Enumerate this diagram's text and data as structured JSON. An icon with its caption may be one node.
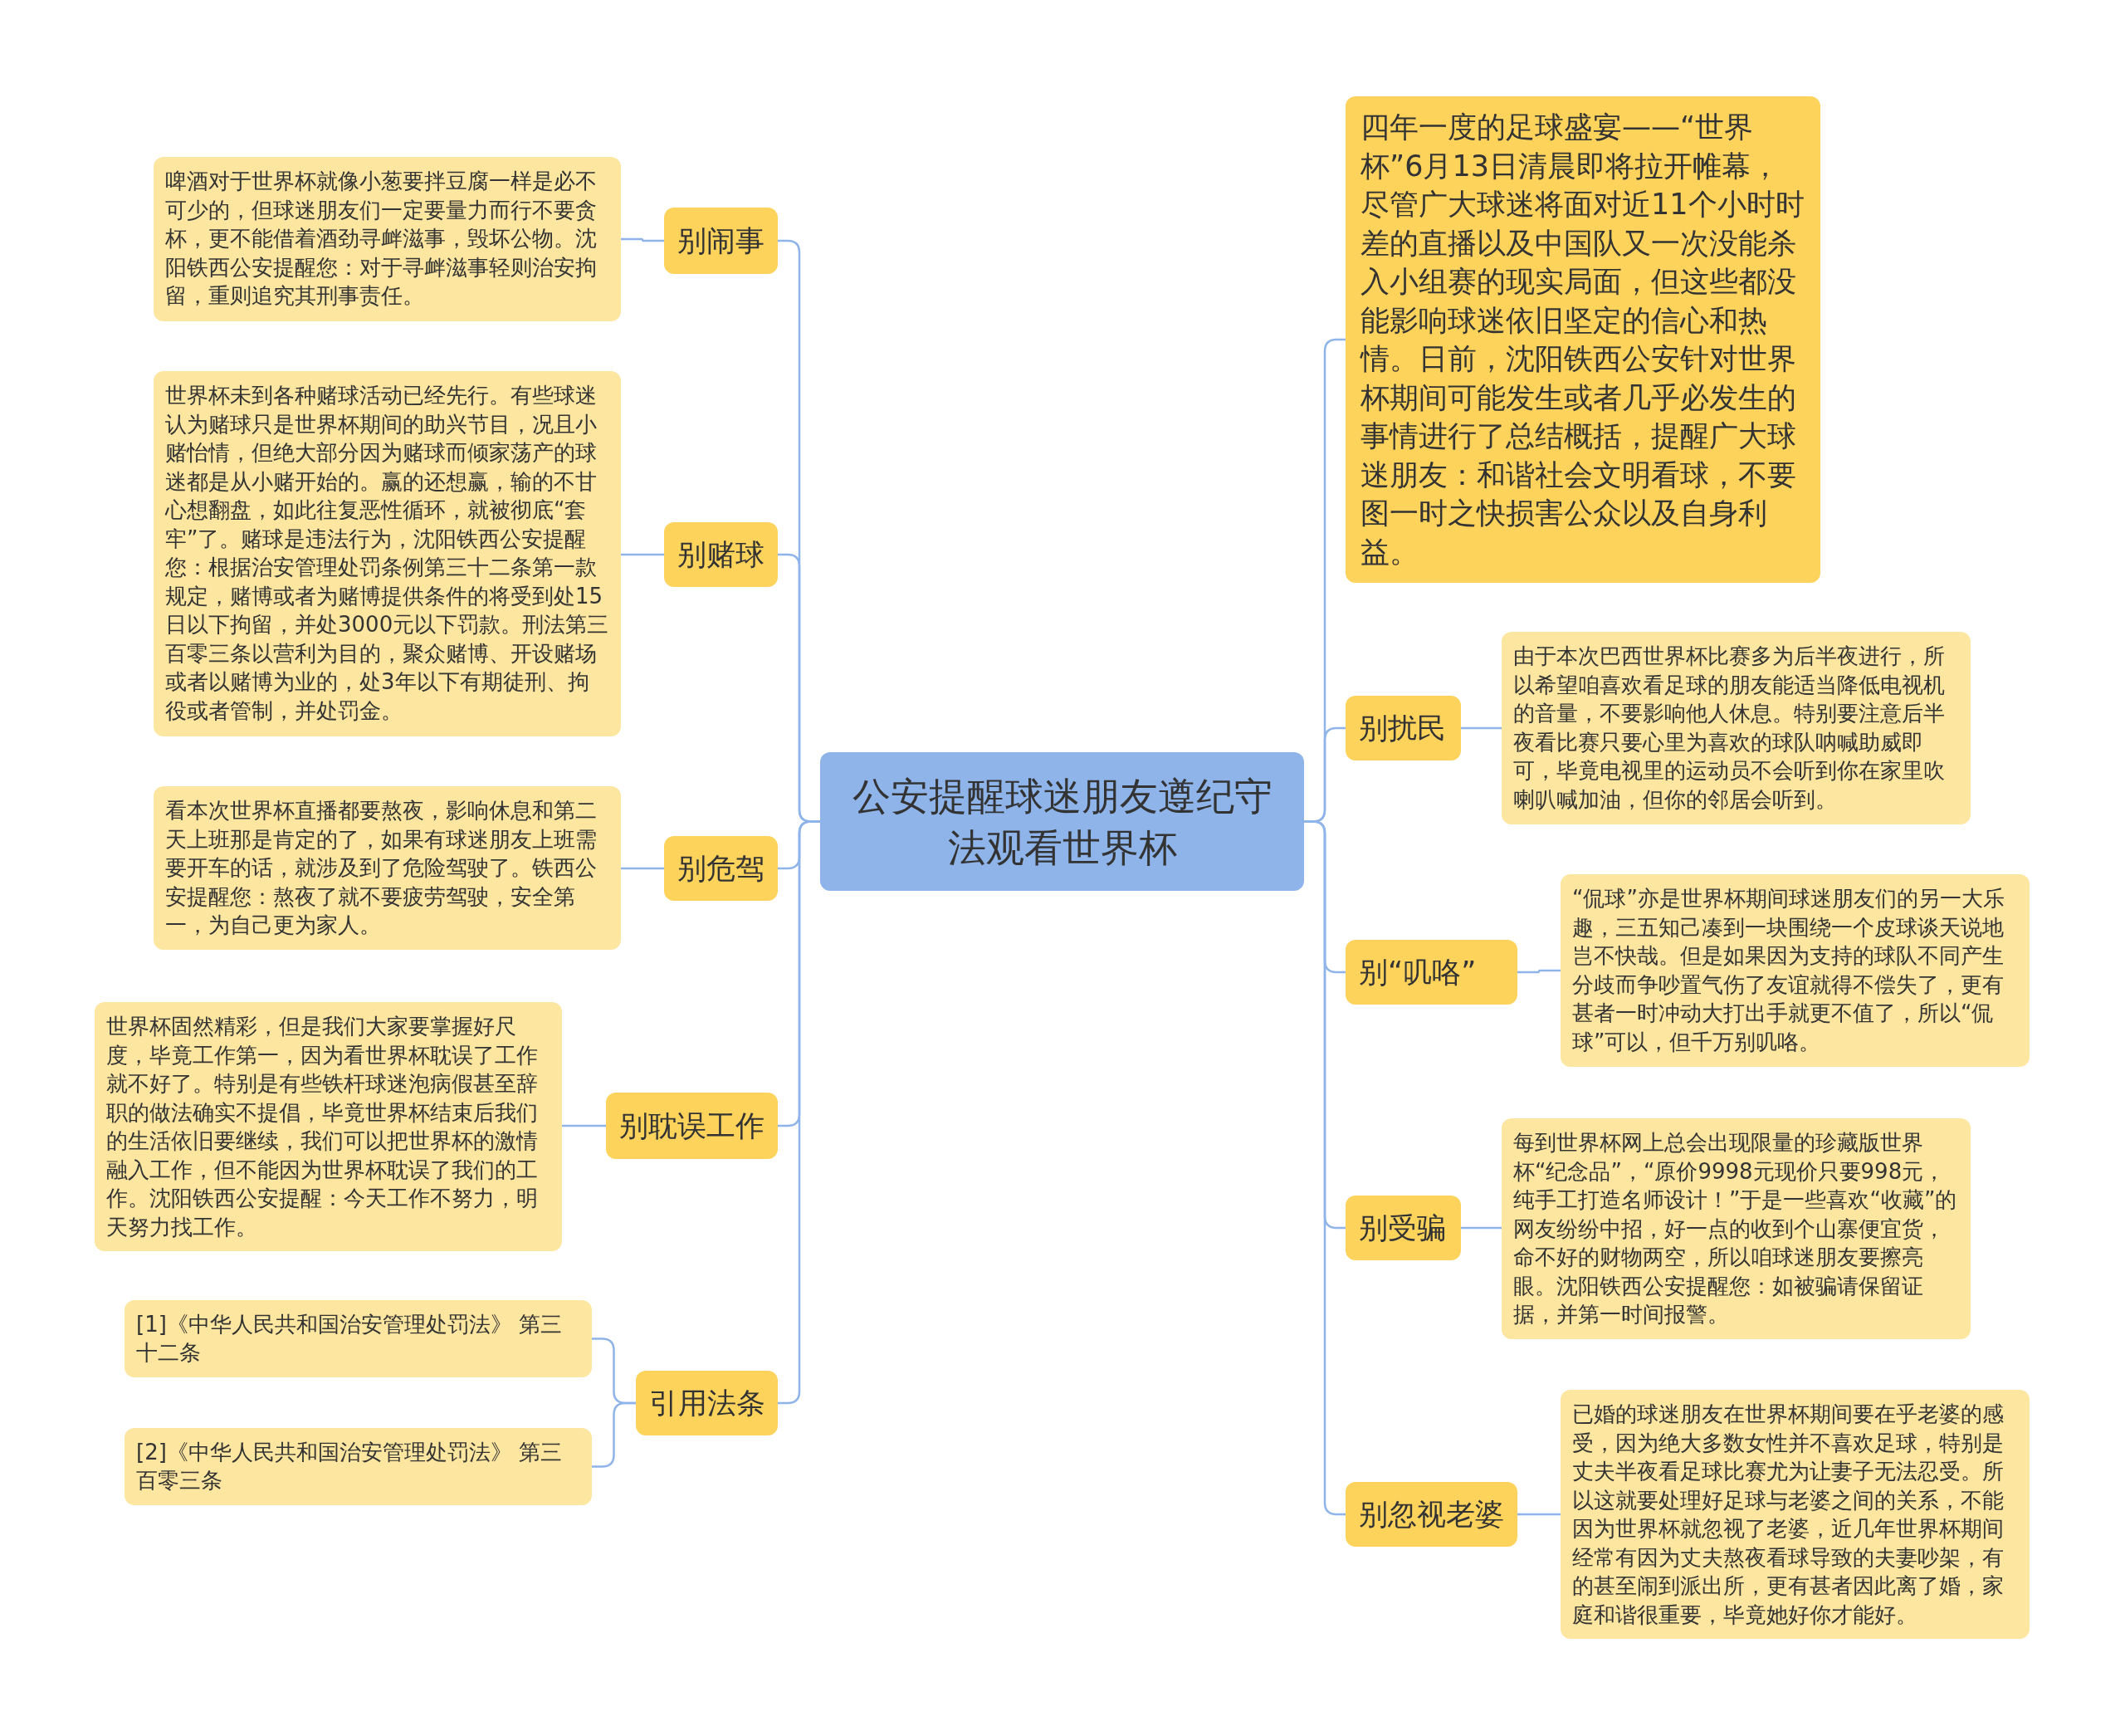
{
  "diagram": {
    "nodes": [
      {
        "text": [
          "公安提醒球迷朋友遵纪守法观看世界杯"
        ]
      },
      {
        "text": [
          "别闹事"
        ]
      },
      {
        "text": [
          "啤酒对于世界杯就像小葱要拌豆腐一样是必不可少的，但球迷朋友们一定要量力而行不要贪杯，更不能借着酒劲寻衅滋事，毁坏公物。沈阳铁西公安提醒您：对于寻衅滋事轻则治安拘留，重则追究其刑事责任。"
        ]
      },
      {
        "text": [
          "别赌球"
        ]
      },
      {
        "text": [
          "世界杯未到各种赌球活动已经先行。有些球迷认为赌球只是世界杯期间的助兴节目，况且小赌怡情，但绝大部分因为赌球而倾家荡产的球迷都是从小赌开始的。赢的还想赢，输的不甘心想翻盘，如此往复恶性循环，就被彻底“套牢”了。赌球是违法行为，沈阳铁西公安提醒您：根据治安管理处罚条例第三十二条第一款规定，赌博或者为赌博提供条件的将受到处15日以下拘留，并处3000元以下罚款。刑法第三百零三条以营利为目的，聚众赌博、开设赌场或者以赌博为业的，处3年以下有期徒刑、拘役或者管制，并处罚金。"
        ]
      },
      {
        "text": [
          "别危驾"
        ]
      },
      {
        "text": [
          "看本次世界杯直播都要熬夜，影响休息和第二天上班那是肯定的了，如果有球迷朋友上班需要开车的话，就涉及到了危险驾驶了。铁西公安提醒您：熬夜了就不要疲劳驾驶，安全第一，为自己更为家人。"
        ]
      },
      {
        "text": [
          "别耽误工作"
        ]
      },
      {
        "text": [
          "世界杯固然精彩，但是我们大家要掌握好尺度，毕竟工作第一，因为看世界杯耽误了工作就不好了。特别是有些铁杆球迷泡病假甚至辞职的做法确实不提倡，毕竟世界杯结束后我们的生活依旧要继续，我们可以把世界杯的激情融入工作，但不能因为世界杯耽误了我们的工作。沈阳铁西公安提醒：今天工作不努力，明天努力找工作。"
        ]
      },
      {
        "text": [
          "引用法条"
        ]
      },
      {
        "text": [
          "[1]《中华人民共和国治安管理处罚法》 第三十二条"
        ]
      },
      {
        "text": [
          "[2]《中华人民共和国治安管理处罚法》 第三百零三条"
        ]
      },
      {
        "text": [
          "四年一度的足球盛宴——“世界杯”6月13日清晨即将拉开帷幕，尽管广大球迷将面对近11个小时时差的直播以及中国队又一次没能杀入小组赛的现实局面，但这些都没能影响球迷依旧坚定的信心和热情。日前，沈阳铁西公安针对世界杯期间可能发生或者几乎必发生的事情进行了总结概括，提醒广大球迷朋友：和谐社会文明看球，不要图一时之快损害公众以及自身利益。"
        ]
      },
      {
        "text": [
          "别扰民"
        ]
      },
      {
        "text": [
          "由于本次巴西世界杯比赛多为后半夜进行，所以希望咱喜欢看足球的朋友能适当降低电视机的音量，不要影响他人休息。特别要注意后半夜看比赛只要心里为喜欢的球队呐喊助威即可，毕竟电视里的运动员不会听到你在家里吹喇叭喊加油，但你的邻居会听到。"
        ]
      },
      {
        "text": [
          "别“叽咯”"
        ]
      },
      {
        "text": [
          "“侃球”亦是世界杯期间球迷朋友们的另一大乐趣，三五知己凑到一块围绕一个皮球谈天说地岂不快哉。但是如果因为支持的球队不同产生分歧而争吵置气伤了友谊就得不偿失了，更有甚者一时冲动大打出手就更不值了，所以“侃球”可以，但千万别叽咯。"
        ]
      },
      {
        "text": [
          "别受骗"
        ]
      },
      {
        "text": [
          "每到世界杯网上总会出现限量的珍藏版世界杯“纪念品”，“原价9998元现价只要998元，纯手工打造名师设计！”于是一些喜欢“收藏”的网友纷纷中招，好一点的收到个山寨便宜货，命不好的财物两空，所以咱球迷朋友要擦亮眼。沈阳铁西公安提醒您：如被骗请保留证据，并第一时间报警。"
        ]
      },
      {
        "text": [
          "别忽视老婆"
        ]
      },
      {
        "text": [
          "已婚的球迷朋友在世界杯期间要在乎老婆的感受，因为绝大多数女性并不喜欢足球，特别是丈夫半夜看足球比赛尤为让妻子无法忍受。所以这就要处理好足球与老婆之间的关系，不能因为世界杯就忽视了老婆，近几年世界杯期间经常有因为丈夫熬夜看球导致的夫妻吵架，有的甚至闹到派出所，更有甚者因此离了婚，家庭和谐很重要，毕竟她好你才能好。"
        ]
      }
    ],
    "edges": [
      {
        "from": 0,
        "to": 1,
        "arrow": "none"
      },
      {
        "from": 1,
        "to": 2,
        "arrow": "none"
      },
      {
        "from": 0,
        "to": 3,
        "arrow": "none"
      },
      {
        "from": 3,
        "to": 4,
        "arrow": "none"
      },
      {
        "from": 0,
        "to": 5,
        "arrow": "none"
      },
      {
        "from": 5,
        "to": 6,
        "arrow": "none"
      },
      {
        "from": 0,
        "to": 7,
        "arrow": "none"
      },
      {
        "from": 7,
        "to": 8,
        "arrow": "none"
      },
      {
        "from": 0,
        "to": 9,
        "arrow": "none"
      },
      {
        "from": 9,
        "to": 10,
        "arrow": "none"
      },
      {
        "from": 9,
        "to": 11,
        "arrow": "none"
      },
      {
        "from": 0,
        "to": 12,
        "arrow": "none"
      },
      {
        "from": 0,
        "to": 13,
        "arrow": "none"
      },
      {
        "from": 13,
        "to": 14,
        "arrow": "none"
      },
      {
        "from": 0,
        "to": 15,
        "arrow": "none"
      },
      {
        "from": 15,
        "to": 16,
        "arrow": "none"
      },
      {
        "from": 0,
        "to": 17,
        "arrow": "none"
      },
      {
        "from": 17,
        "to": 18,
        "arrow": "none"
      },
      {
        "from": 0,
        "to": 19,
        "arrow": "none"
      },
      {
        "from": 19,
        "to": 20,
        "arrow": "none"
      }
    ]
  }
}
